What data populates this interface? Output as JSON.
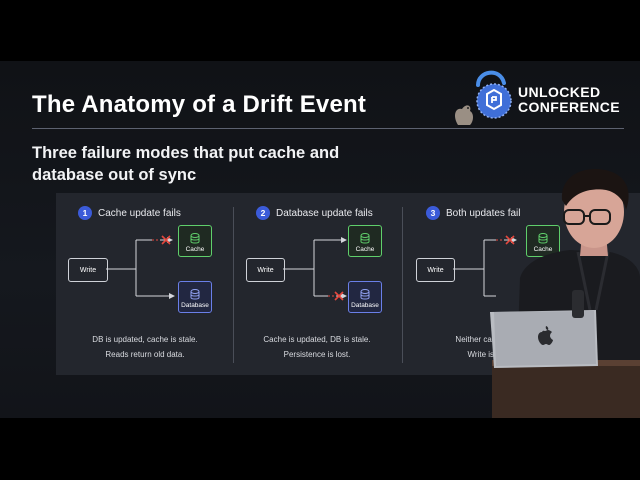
{
  "slide": {
    "title": "The Anatomy of a Drift Event",
    "subtitle": "Three failure modes that put cache and database out of sync",
    "logo": {
      "line1": "UNLOCKED",
      "line2": "CONFERENCE"
    }
  },
  "columns": [
    {
      "number": "1",
      "heading": "Cache update fails",
      "write": "Write",
      "cache": "Cache",
      "database": "Database",
      "caption1": "DB is updated, cache is stale.",
      "caption2": "Reads return old data."
    },
    {
      "number": "2",
      "heading": "Database update fails",
      "write": "Write",
      "cache": "Cache",
      "database": "Database",
      "caption1": "Cache is updated, DB is stale.",
      "caption2": "Persistence is lost."
    },
    {
      "number": "3",
      "heading": "Both updates fail",
      "write": "Write",
      "cache": "Cache",
      "database": "",
      "caption1": "Neither cache nor",
      "caption2": "Write is los"
    }
  ],
  "colors": {
    "cache": "#5fcf6b",
    "database": "#6a7fe8",
    "badge": "#3b5bd9",
    "fail": "#e5473d"
  }
}
